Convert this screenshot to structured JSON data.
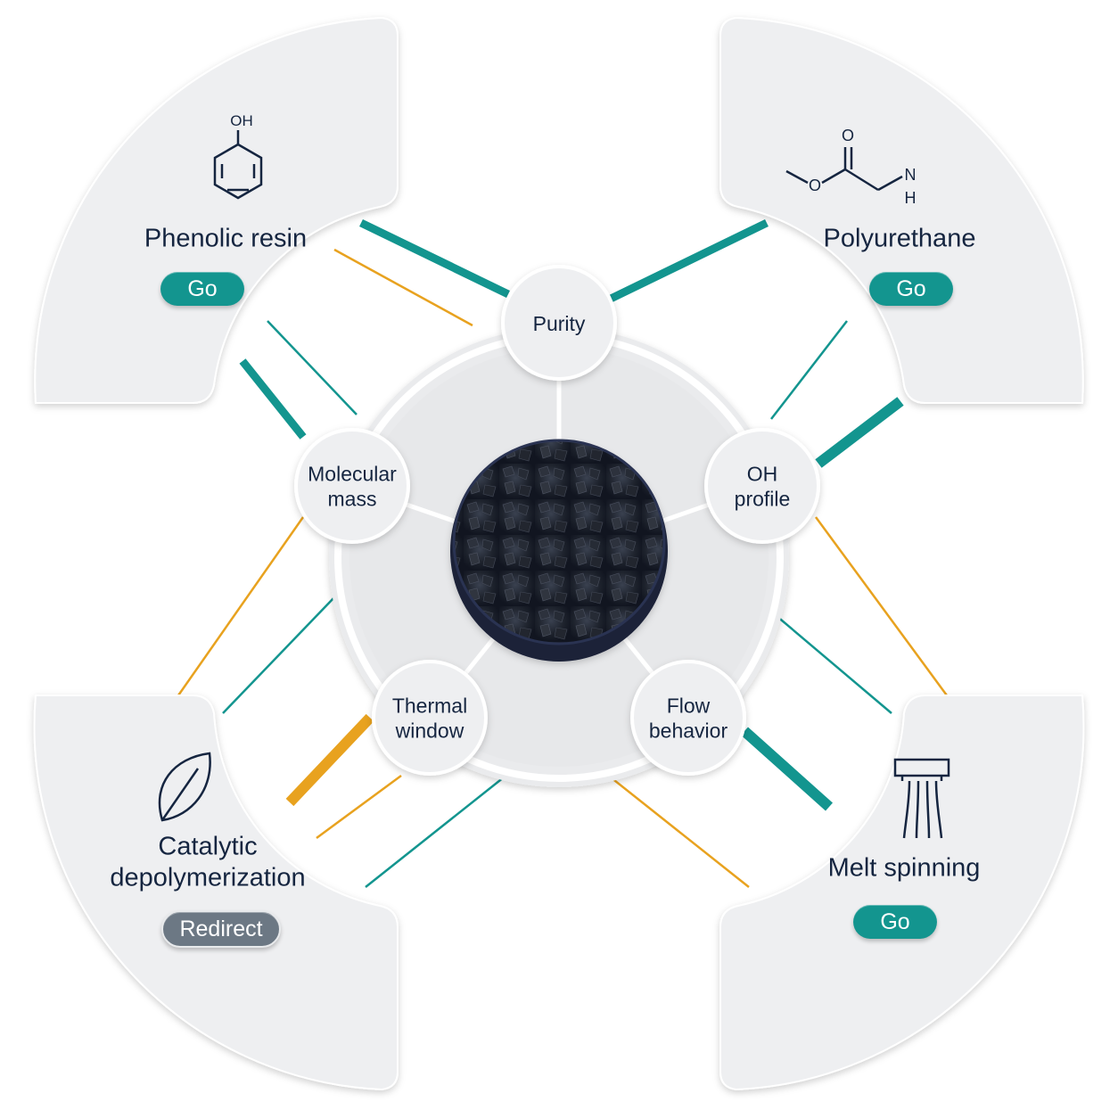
{
  "colors": {
    "teal": "#13958f",
    "amber": "#e8a21f",
    "navy": "#152540",
    "panel": "#eeeff1",
    "redirect_gray": "#6c7884"
  },
  "hub": {
    "center_icon": "lignin-sample-disc",
    "metrics": [
      {
        "id": "purity",
        "label": "Purity"
      },
      {
        "id": "oh-profile",
        "label": "OH\nprofile"
      },
      {
        "id": "flow-behavior",
        "label": "Flow\nbehavior"
      },
      {
        "id": "thermal-window",
        "label": "Thermal\nwindow"
      },
      {
        "id": "molecular-mass",
        "label": "Molecular\nmass"
      }
    ]
  },
  "applications": [
    {
      "id": "phenolic-resin",
      "title": "Phenolic resin",
      "icon": "phenol-structure-icon",
      "icon_text": "OH",
      "action": "Go",
      "status": "go"
    },
    {
      "id": "polyurethane",
      "title": "Polyurethane",
      "icon": "carbamate-structure-icon",
      "icon_text": [
        "O",
        "O",
        "N",
        "H"
      ],
      "action": "Go",
      "status": "go"
    },
    {
      "id": "catalytic-depolymerization",
      "title": "Catalytic\ndepolymerization",
      "icon": "leaf-icon",
      "action": "Redirect",
      "status": "redirect"
    },
    {
      "id": "melt-spinning",
      "title": "Melt spinning",
      "icon": "spinneret-icon",
      "action": "Go",
      "status": "go"
    }
  ]
}
